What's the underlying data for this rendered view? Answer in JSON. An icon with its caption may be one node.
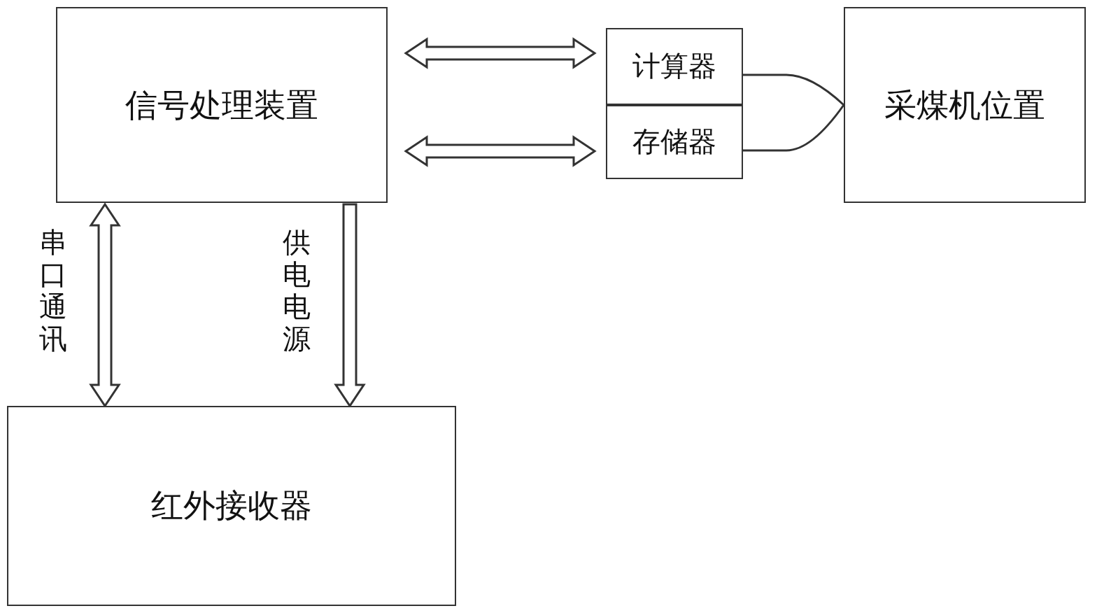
{
  "diagram": {
    "nodes": [
      {
        "text": [
          "信号处理装置"
        ]
      },
      {
        "text": [
          "计算器"
        ]
      },
      {
        "text": [
          "存储器"
        ]
      },
      {
        "text": [
          "采煤机位置"
        ]
      },
      {
        "text": [
          "红外接收器"
        ]
      }
    ],
    "edges": [
      {
        "from": 0,
        "to": 1,
        "arrow": "both"
      },
      {
        "from": 0,
        "to": 2,
        "arrow": "both"
      },
      {
        "from": 1,
        "to": 3,
        "arrow": "none"
      },
      {
        "from": 2,
        "to": 3,
        "arrow": "none"
      },
      {
        "from": 0,
        "to": 4,
        "arrow": "both",
        "label": "串口通讯"
      },
      {
        "from": 0,
        "to": 4,
        "arrow": "to",
        "label": "供电电源"
      }
    ]
  }
}
